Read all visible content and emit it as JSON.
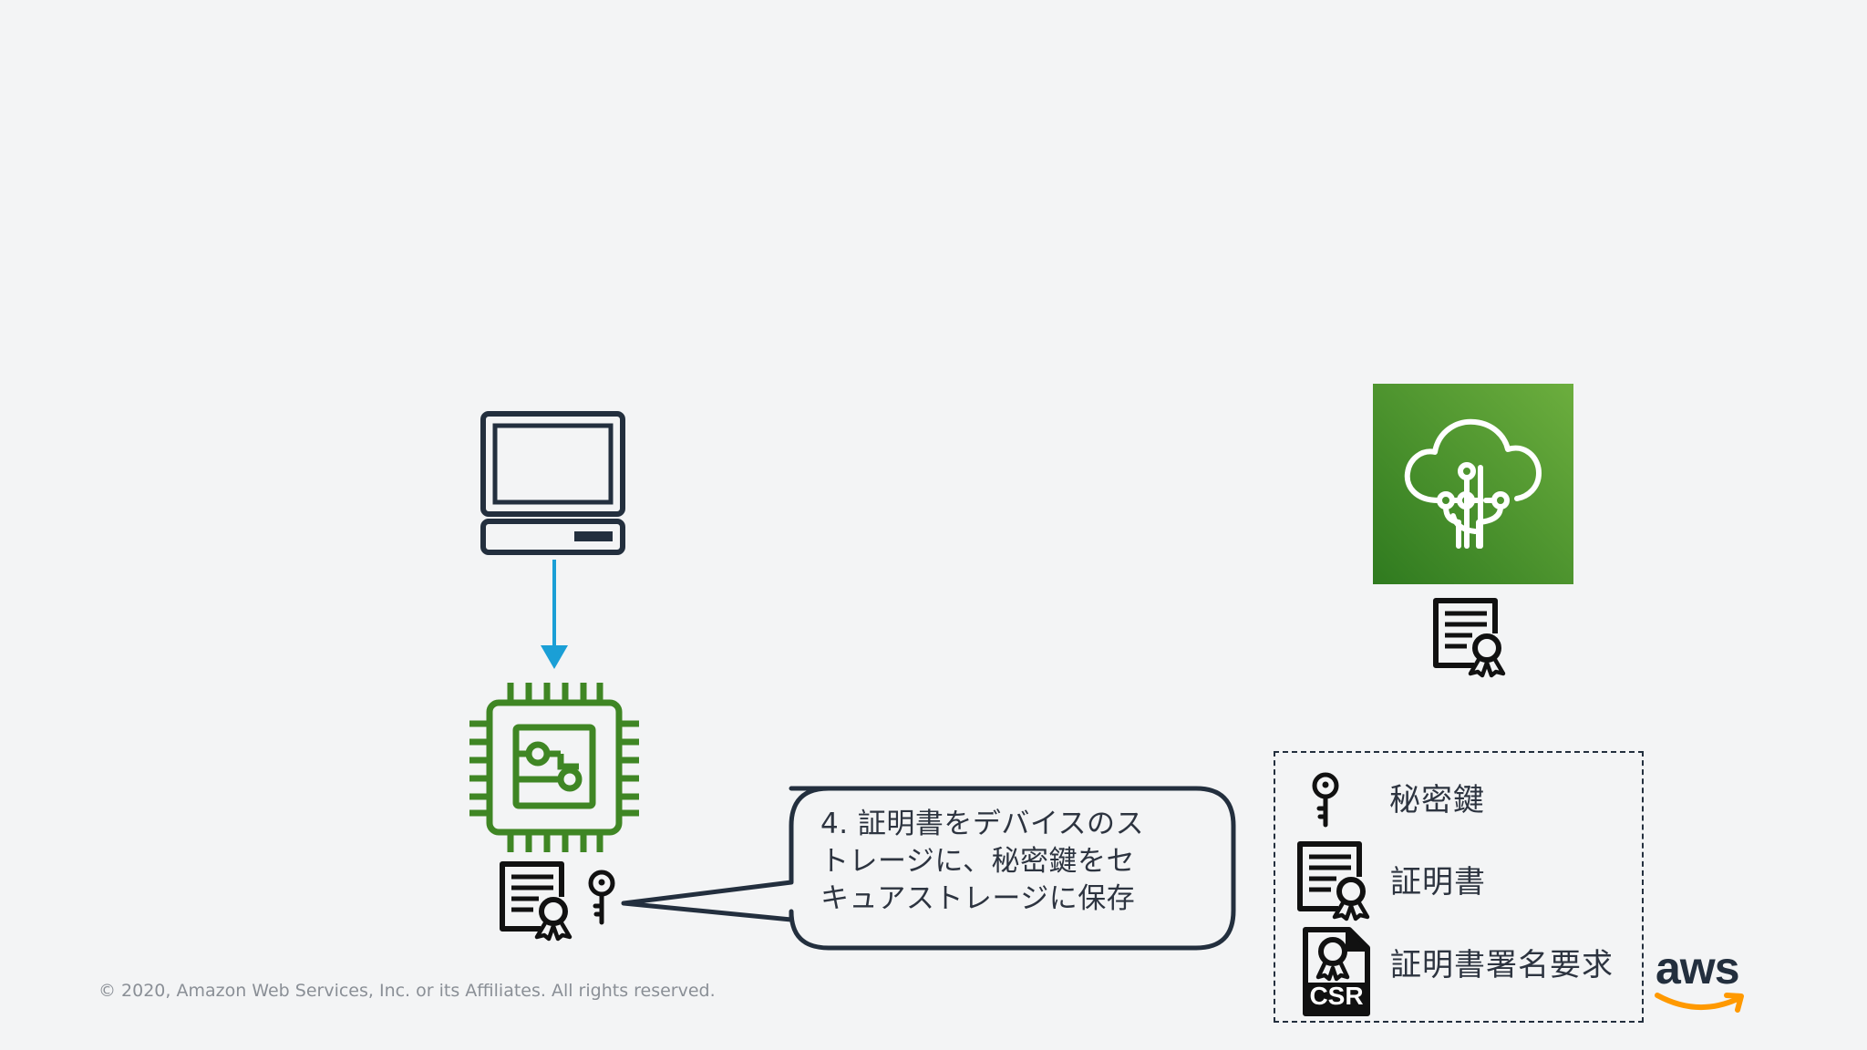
{
  "callout": {
    "lines": [
      "4. 証明書をデバイスのス",
      "トレージに、秘密鍵をセ",
      "キュアストレージに保存"
    ]
  },
  "legend": {
    "items": [
      {
        "icon": "key-icon",
        "label": "秘密鍵"
      },
      {
        "icon": "certificate-icon",
        "label": "証明書"
      },
      {
        "icon": "csr-icon",
        "label": "証明書署名要求",
        "badge": "CSR"
      }
    ]
  },
  "footer": {
    "copyright": "© 2020, Amazon Web Services, Inc. or its Affiliates. All rights reserved.",
    "logo_text": "aws"
  },
  "colors": {
    "background": "#f3f4f5",
    "navy": "#232f3e",
    "arrow_blue": "#1a9fd6",
    "chip_green": "#3f8624",
    "iot_green_light": "#6cae3e",
    "iot_green_dark": "#2f7a1f",
    "aws_orange": "#ff9900"
  }
}
